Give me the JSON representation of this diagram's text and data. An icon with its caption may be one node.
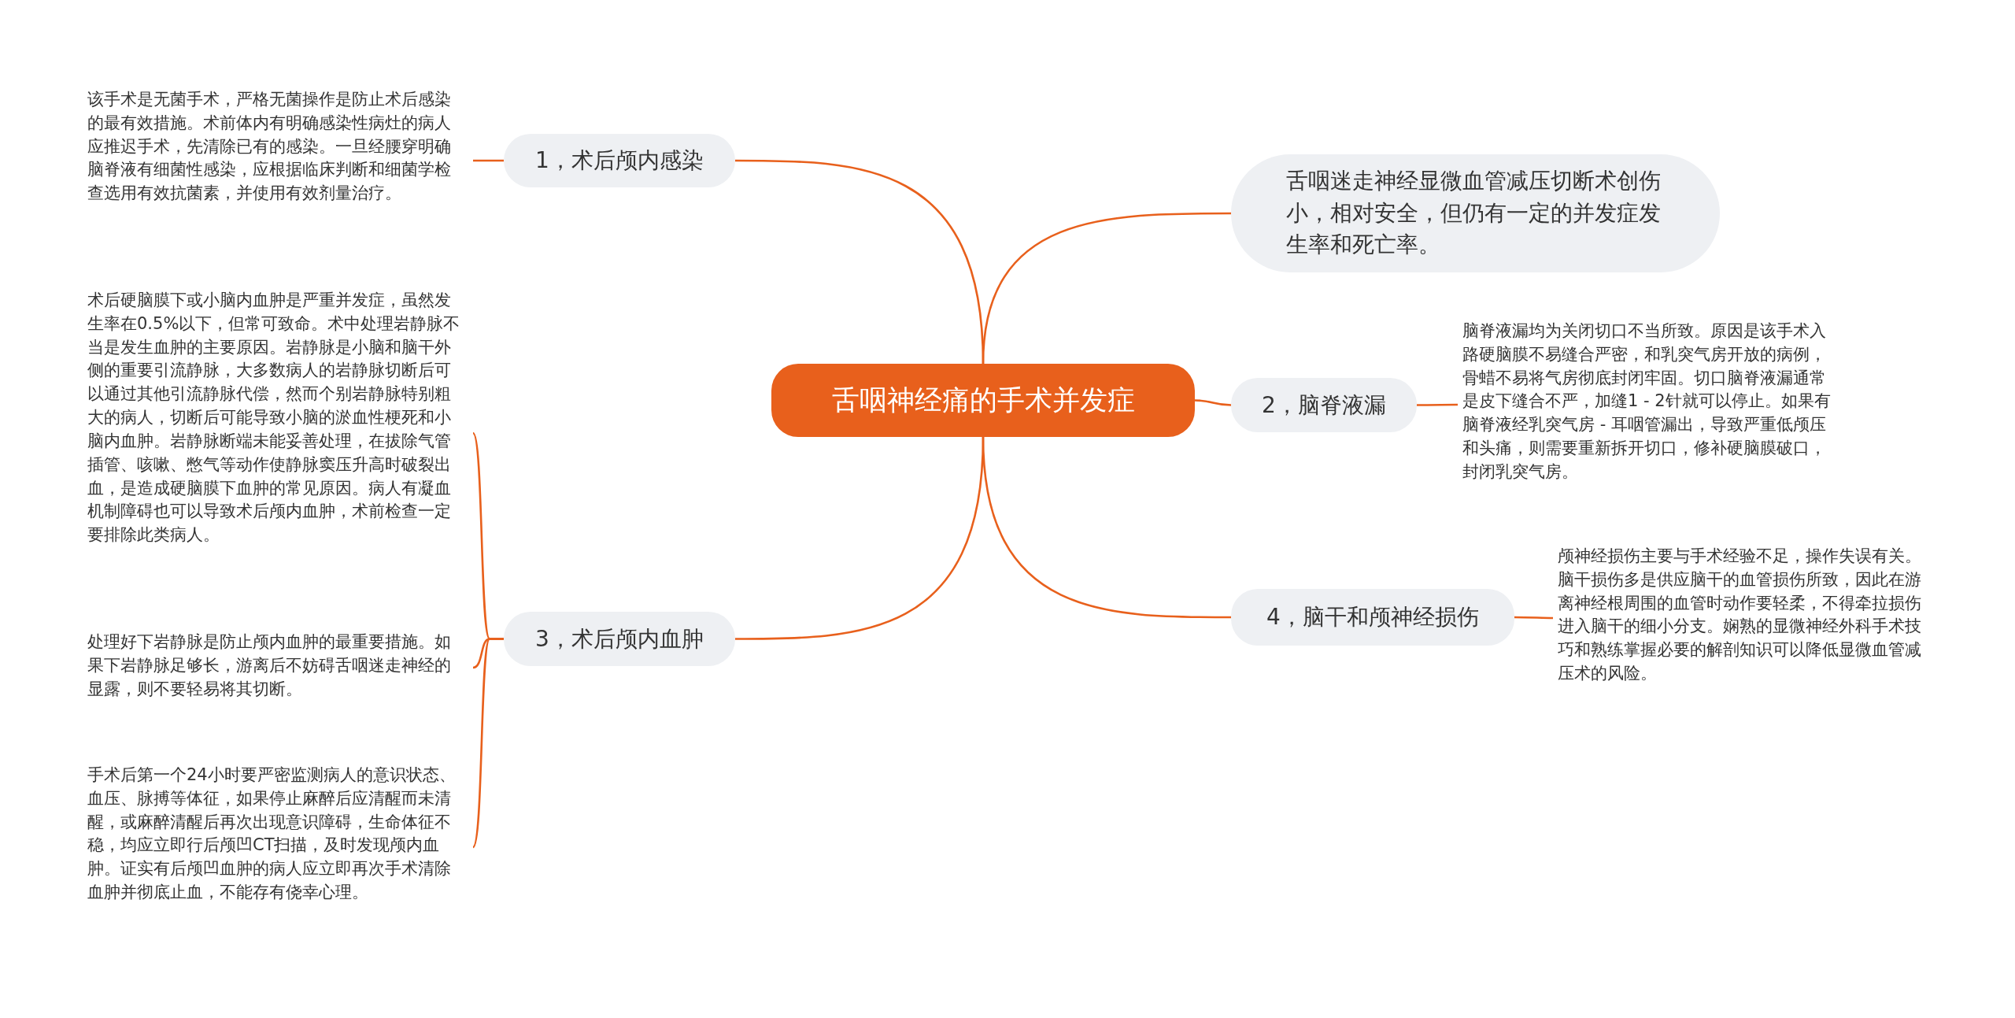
{
  "diagram": {
    "nodes": [
      {
        "text": [
          "舌咽神经痛的手术并发症"
        ]
      },
      {
        "text": [
          "1，术后颅内感染"
        ]
      },
      {
        "text": [
          "该手术是无菌手术，严格无菌操作是防止术后感染的最有效措施。术前体内有明确感染性病灶的病人应推迟手术，先清除已有的感染。一旦经腰穿明确脑脊液有细菌性感染，应根据临床判断和细菌学检查选用有效抗菌素，并使用有效剂量治疗。"
        ]
      },
      {
        "text": [
          "舌咽迷走神经显微血管减压切断术创伤小，相对安全，但仍有一定的并发症发生率和死亡率。"
        ]
      },
      {
        "text": [
          "2，脑脊液漏"
        ]
      },
      {
        "text": [
          "脑脊液漏均为关闭切口不当所致。原因是该手术入路硬脑膜不易缝合严密，和乳突气房开放的病例，骨蜡不易将气房彻底封闭牢固。切口脑脊液漏通常是皮下缝合不严，加缝1 - 2针就可以停止。如果有脑脊液经乳突气房 - 耳咽管漏出，导致严重低颅压和头痛，则需要重新拆开切口，修补硬脑膜破口，封闭乳突气房。"
        ]
      },
      {
        "text": [
          "3，术后颅内血肿"
        ]
      },
      {
        "text": [
          "术后硬脑膜下或小脑内血肿是严重并发症，虽然发生率在0.5%以下，但常可致命。术中处理岩静脉不当是发生血肿的主要原因。岩静脉是小脑和脑干外侧的重要引流静脉，大多数病人的岩静脉切断后可以通过其他引流静脉代偿，然而个别岩静脉特别粗大的病人，切断后可能导致小脑的淤血性梗死和小脑内血肿。岩静脉断端未能妥善处理，在拔除气管插管、咳嗽、憋气等动作使静脉窦压升高时破裂出血，是造成硬脑膜下血肿的常见原因。病人有凝血机制障碍也可以导致术后颅内血肿，术前检查一定要排除此类病人。"
        ]
      },
      {
        "text": [
          "处理好下岩静脉是防止颅内血肿的最重要措施。如果下岩静脉足够长，游离后不妨碍舌咽迷走神经的显露，则不要轻易将其切断。"
        ]
      },
      {
        "text": [
          "手术后第一个24小时要严密监测病人的意识状态、血压、脉搏等体征，如果停止麻醉后应清醒而未清醒，或麻醉清醒后再次出现意识障碍，生命体征不稳，均应立即行后颅凹CT扫描，及时发现颅内血肿。证实有后颅凹血肿的病人应立即再次手术清除血肿并彻底止血，不能存有侥幸心理。"
        ]
      },
      {
        "text": [
          "4，脑干和颅神经损伤"
        ]
      },
      {
        "text": [
          "颅神经损伤主要与手术经验不足，操作失误有关。脑干损伤多是供应脑干的血管损伤所致，因此在游离神经根周围的血管时动作要轻柔，不得牵拉损伤进入脑干的细小分支。娴熟的显微神经外科手术技巧和熟练掌握必要的解剖知识可以降低显微血管减压术的风险。"
        ]
      }
    ],
    "edges": [
      {
        "from": 0,
        "to": 1,
        "arrow": "none"
      },
      {
        "from": 1,
        "to": 2,
        "arrow": "none"
      },
      {
        "from": 0,
        "to": 3,
        "arrow": "none"
      },
      {
        "from": 0,
        "to": 4,
        "arrow": "none"
      },
      {
        "from": 4,
        "to": 5,
        "arrow": "none"
      },
      {
        "from": 0,
        "to": 6,
        "arrow": "none"
      },
      {
        "from": 6,
        "to": 7,
        "arrow": "none"
      },
      {
        "from": 6,
        "to": 8,
        "arrow": "none"
      },
      {
        "from": 6,
        "to": 9,
        "arrow": "none"
      },
      {
        "from": 0,
        "to": 10,
        "arrow": "none"
      },
      {
        "from": 10,
        "to": 11,
        "arrow": "none"
      }
    ]
  }
}
